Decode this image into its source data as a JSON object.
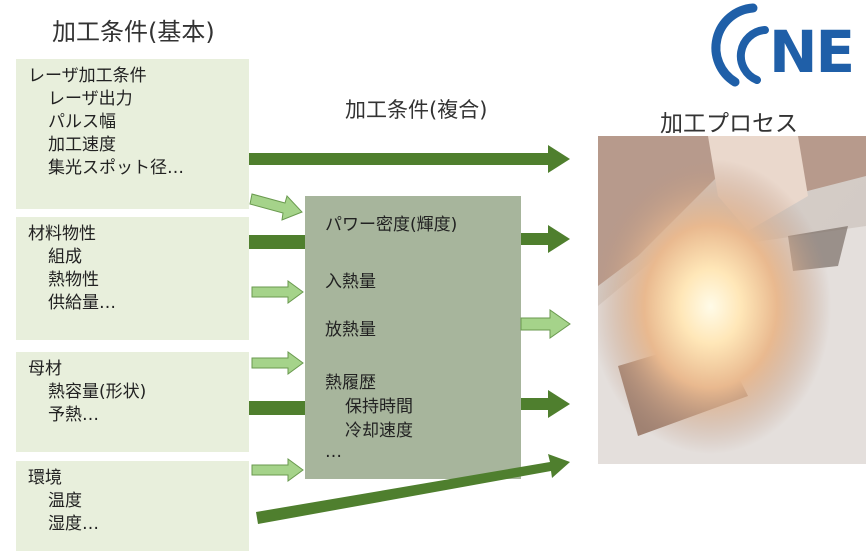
{
  "header": {
    "basic_title": "加工条件(基本)",
    "composite_title": "加工条件(複合)",
    "process_title": "加工プロセス",
    "logo_text": "NE"
  },
  "left_boxes": {
    "laser": {
      "title": "レーザ加工条件",
      "items": [
        "レーザ出力",
        "パルス幅",
        "加工速度",
        "集光スポット径…"
      ]
    },
    "material": {
      "title": "材料物性",
      "items": [
        "組成",
        "熱物性",
        "供給量…"
      ]
    },
    "base": {
      "title": "母材",
      "items": [
        "熱容量(形状)",
        "予熱…"
      ]
    },
    "environment": {
      "title": "環境",
      "items": [
        "温度",
        "湿度…"
      ]
    }
  },
  "center_box": {
    "power_density": "パワー密度(輝度)",
    "heat_input": "入熱量",
    "heat_release": "放熱量",
    "thermal_history": "熱履歴",
    "holding_time": "保持時間",
    "cooling_rate": "冷却速度",
    "ellipsis": "…"
  },
  "colors": {
    "box_fill": "#e8efdc",
    "center_fill": "#a7b59c",
    "dark_arrow": "#4f7f2e",
    "light_arrow": "#a5d38a",
    "logo_blue": "#1f5fa8"
  }
}
